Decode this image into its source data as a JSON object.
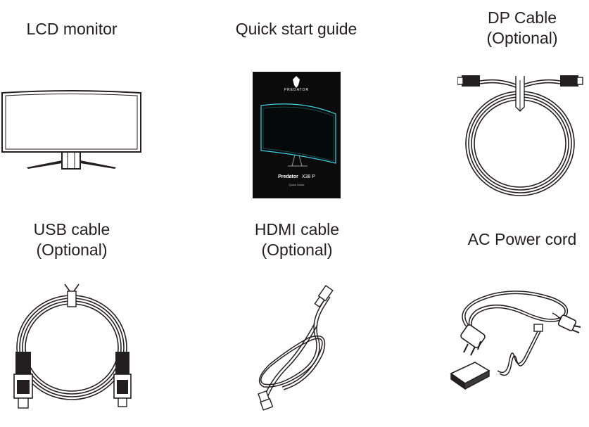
{
  "items": [
    {
      "lines": [
        "LCD monitor"
      ]
    },
    {
      "lines": [
        "Quick start guide"
      ]
    },
    {
      "lines": [
        "DP Cable",
        "(Optional)"
      ]
    },
    {
      "lines": [
        "USB cable",
        "(Optional)"
      ]
    },
    {
      "lines": [
        "HDMI cable",
        "(Optional)"
      ]
    },
    {
      "lines": [
        "AC Power cord"
      ]
    }
  ],
  "guide": {
    "brand": "PREDATOR",
    "model_name": "Predator",
    "model_number": "X38 P",
    "subtitle": "Quick Guide"
  },
  "colors": {
    "line": "#231f20",
    "guide_cover": "#0b0b0b",
    "guide_accent": "#3fd6e6"
  }
}
